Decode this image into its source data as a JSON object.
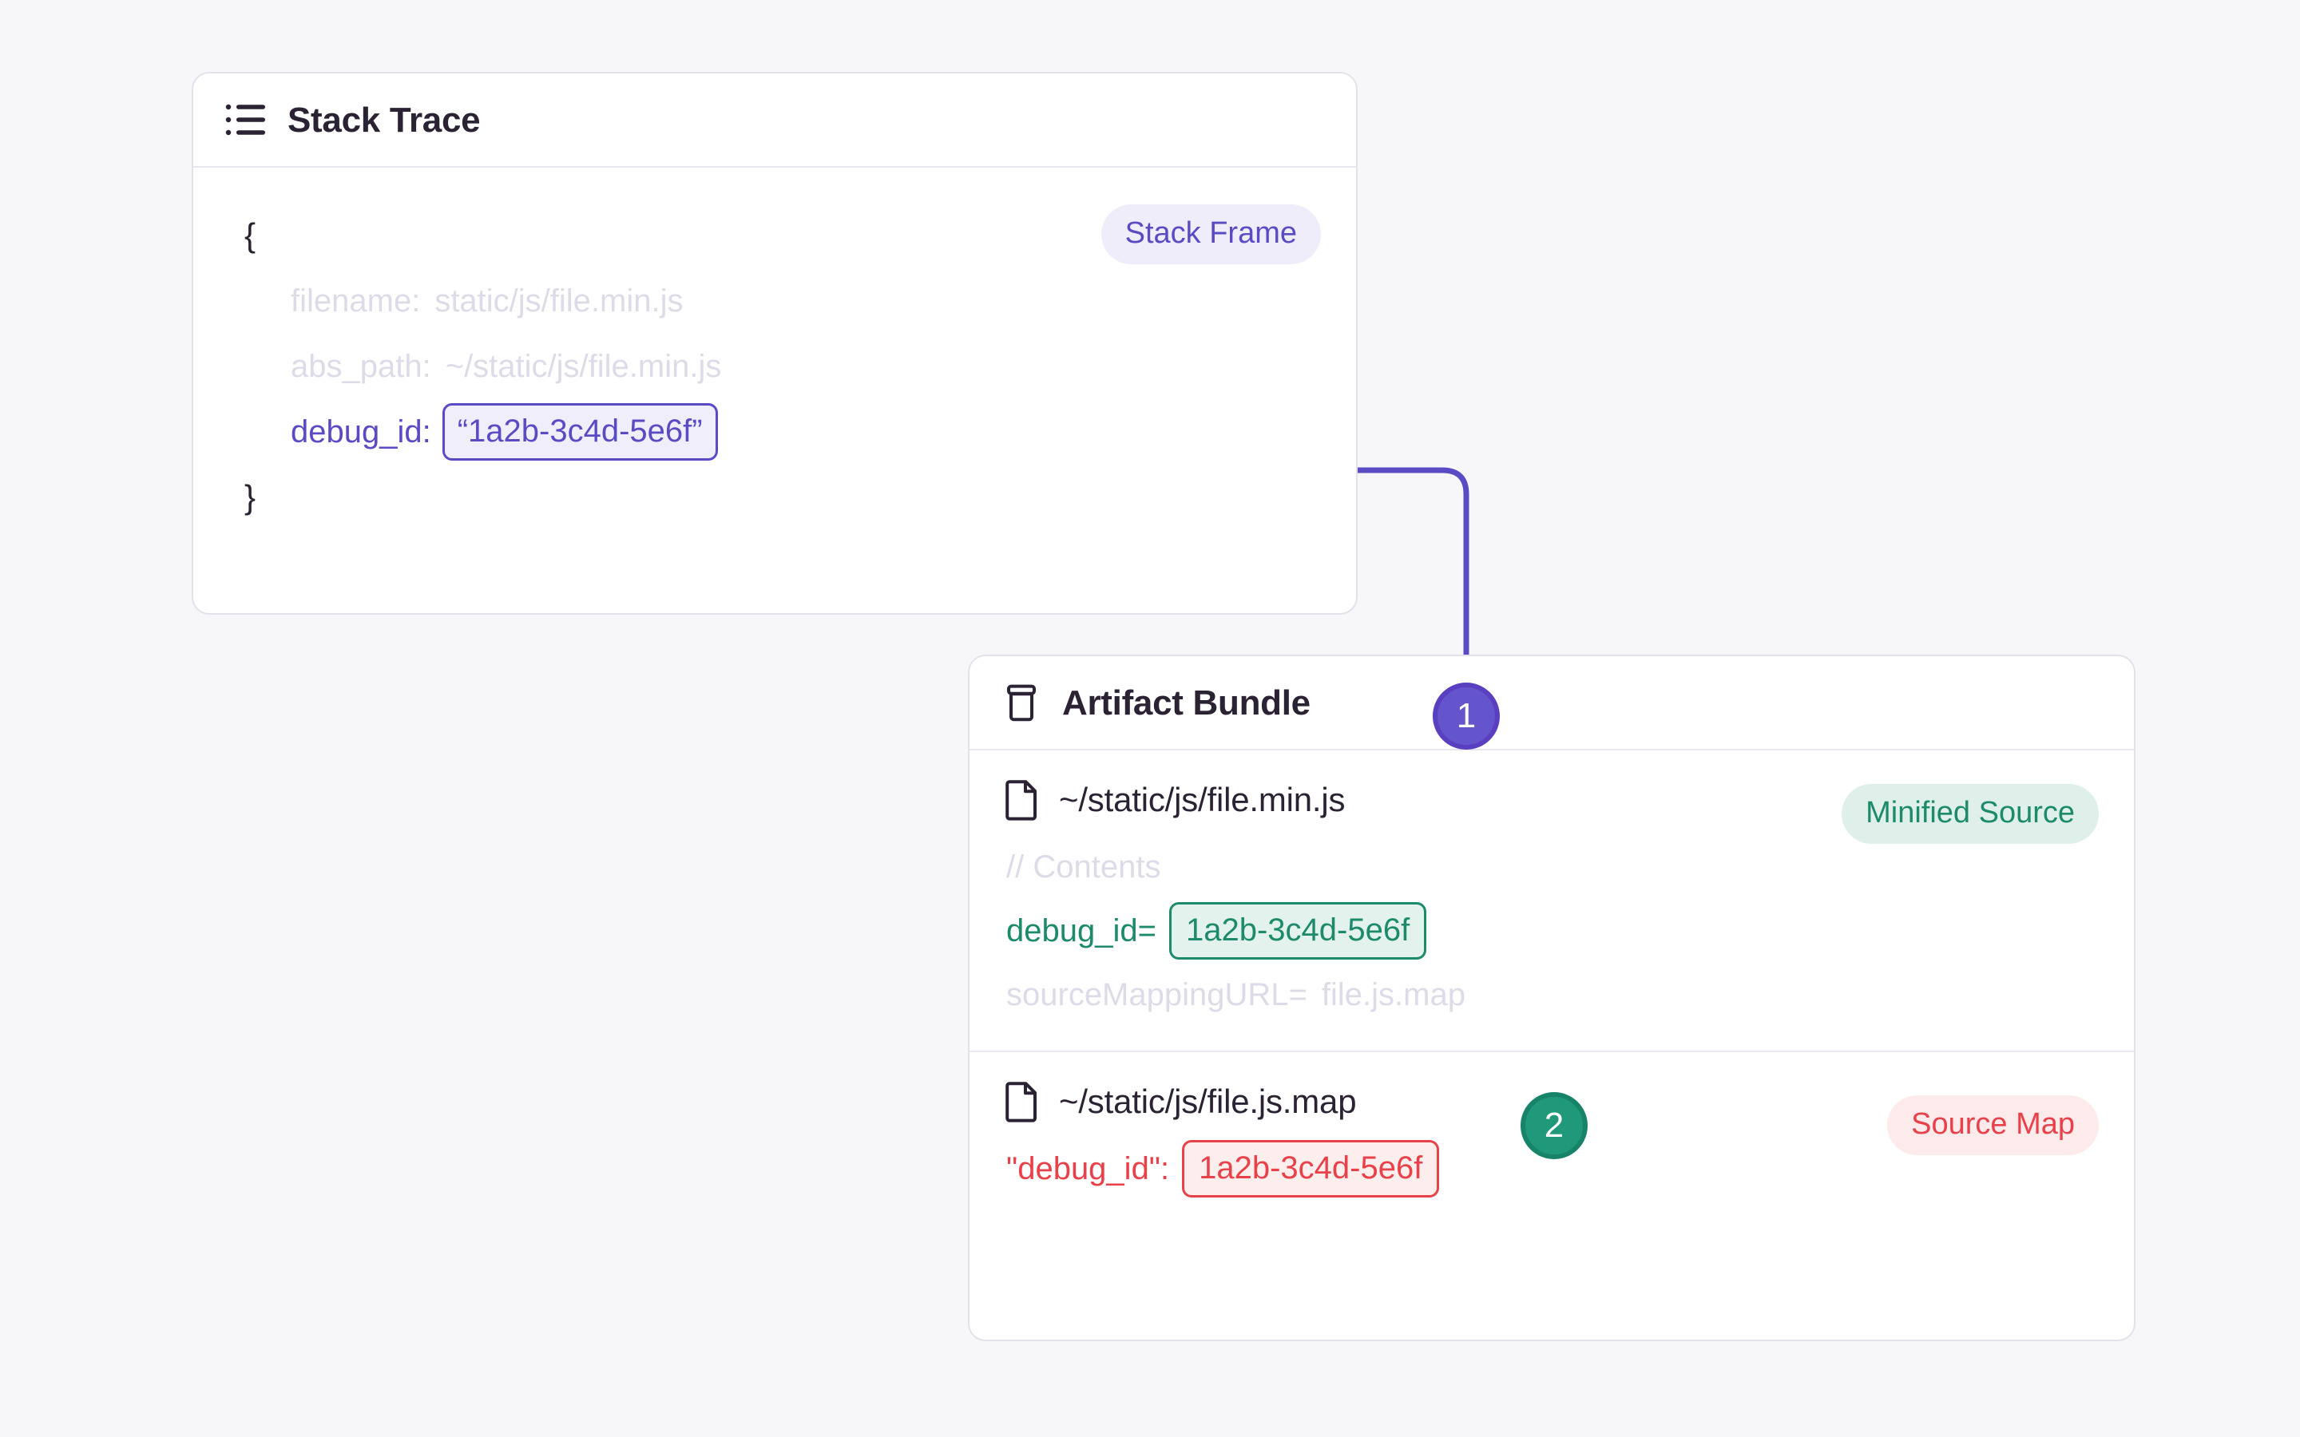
{
  "canvas": {
    "background": "#f7f7fa"
  },
  "colors": {
    "purple": "#5a4bc4",
    "purple_soft_bg": "#f0eefb",
    "green": "#1c8a6b",
    "green_soft_bg": "#e4f2ed",
    "red": "#e8414a",
    "red_soft_bg": "#fdeeee",
    "text": "#2b2233",
    "muted": "#dedbe8",
    "card_border": "#e3e1ea"
  },
  "stack_trace_card": {
    "icon": "list-icon",
    "title": "Stack Trace",
    "badge": "Stack Frame",
    "open_brace": "{",
    "close_brace": "}",
    "fields": [
      {
        "key": "filename:",
        "value": "static/js/file.min.js"
      },
      {
        "key": "abs_path:",
        "value": "~/static/js/file.min.js"
      }
    ],
    "debug_id_key": "debug_id:",
    "debug_id_value": "“1a2b-3c4d-5e6f”"
  },
  "artifact_bundle_card": {
    "icon": "archive-icon",
    "title": "Artifact Bundle",
    "minified_source": {
      "file_icon": "file-icon",
      "file_name": "~/static/js/file.min.js",
      "badge": "Minified Source",
      "comment": "// Contents",
      "debug_id_key": "debug_id=",
      "debug_id_value": "1a2b-3c4d-5e6f",
      "source_mapping_key": "sourceMappingURL=",
      "source_mapping_value": "file.js.map"
    },
    "source_map": {
      "file_icon": "file-icon",
      "file_name": "~/static/js/file.js.map",
      "badge": "Source Map",
      "debug_id_key": "\"debug_id\":",
      "debug_id_value": "1a2b-3c4d-5e6f"
    }
  },
  "steps": [
    {
      "label": "1",
      "color": "#6455cc"
    },
    {
      "label": "2",
      "color": "#20997a"
    }
  ]
}
